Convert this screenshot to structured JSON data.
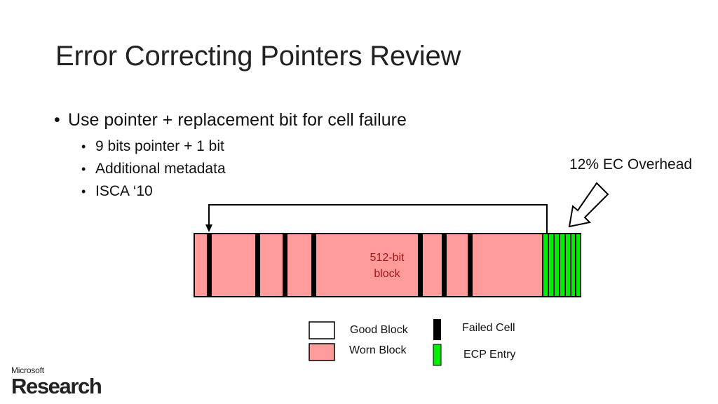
{
  "slide": {
    "title": "Error Correcting Pointers Review",
    "bullets": [
      {
        "text": "Use pointer + replacement bit for cell failure",
        "sub": [
          "9 bits pointer + 1 bit",
          "Additional metadata",
          "ISCA ‘10"
        ]
      }
    ]
  },
  "diagram": {
    "block_label_line1": "512-bit",
    "block_label_line2": "block",
    "overhead_label": "12% EC Overhead",
    "colors": {
      "worn_block": "#ff9b9b",
      "failed_cell": "#000000",
      "ecp_entry": "#00ee00",
      "good_block": "#ffffff",
      "block_label": "#a01818"
    },
    "icons": [
      "hollow-arrow-icon",
      "pointer-arrow-icon"
    ]
  },
  "legend": {
    "good_block": "Good Block",
    "worn_block": "Worn Block",
    "failed_cell": "Failed Cell",
    "ecp_entry": "ECP Entry"
  },
  "logo": {
    "top": "Microsoft",
    "bottom": "Research"
  }
}
